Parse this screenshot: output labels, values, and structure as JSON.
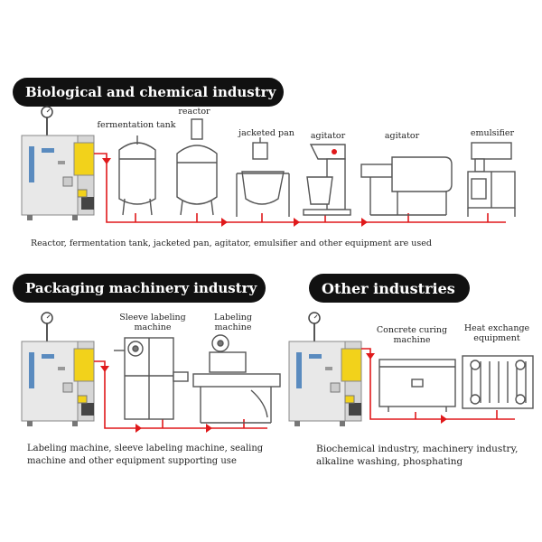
{
  "sections": {
    "bio": {
      "title": "Biological and chemical industry",
      "labels": [
        "fermentation tank",
        "reactor",
        "jacketed pan",
        "agitator",
        "agitator",
        "emulsifier"
      ],
      "caption": "Reactor, fermentation tank, jacketed pan, agitator, emulsifier and other equipment are used"
    },
    "pack": {
      "title": "Packaging machinery industry",
      "labels": [
        "Sleeve labeling machine",
        "Labeling machine"
      ],
      "caption_line1": "Labeling machine, sleeve labeling machine, sealing",
      "caption_line2": "machine and other equipment supporting use"
    },
    "other": {
      "title": "Other industries",
      "labels": [
        "Concrete curing machine",
        "Heat exchange equipment"
      ],
      "caption_line1": "Biochemical industry, machinery industry,",
      "caption_line2": "alkaline washing, phosphating"
    }
  },
  "colors": {
    "pipe": "#e0191b",
    "banner": "#111111",
    "warning": "#f2d21b",
    "steel": "#e6e6e6"
  }
}
